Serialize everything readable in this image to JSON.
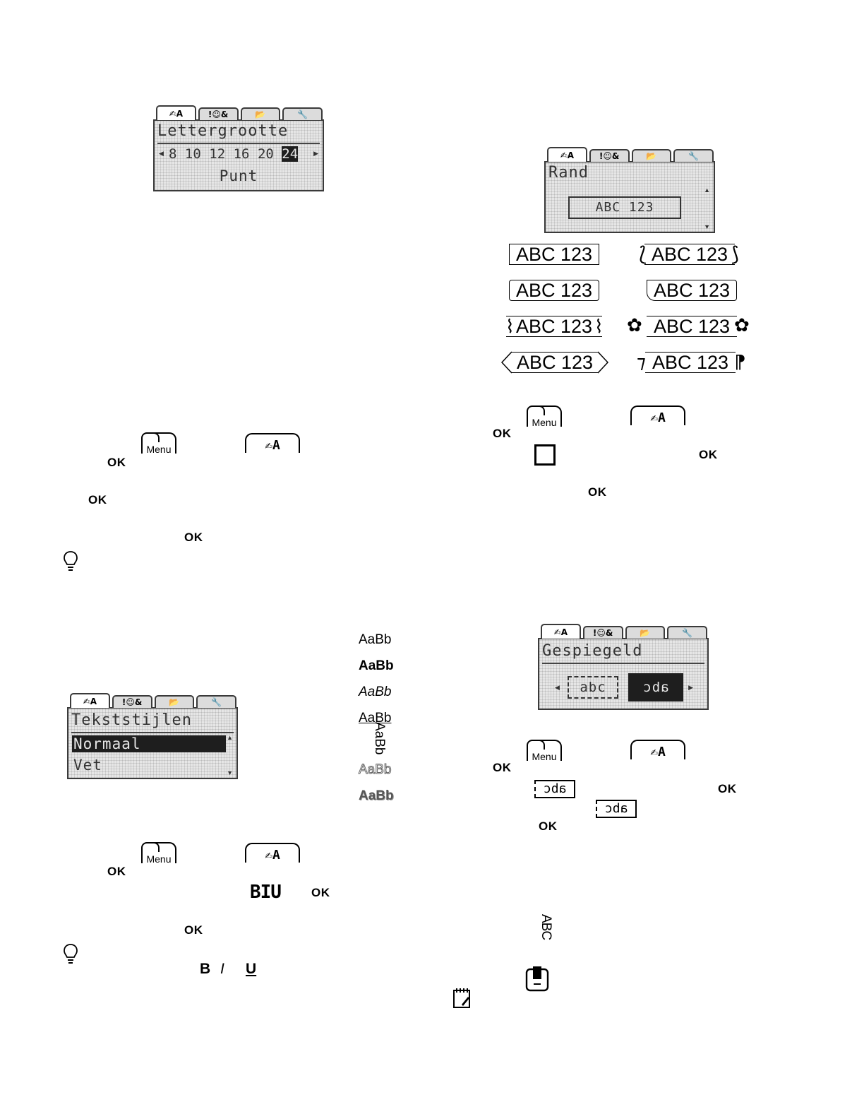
{
  "screen_size": {
    "tabs": [
      "!☺&"
    ],
    "title": "Lettergrootte",
    "options": [
      "8",
      "10",
      "12",
      "16",
      "20",
      "24"
    ],
    "selected": "24",
    "unit": "Punt"
  },
  "screen_border": {
    "tabs": [
      "!☺&"
    ],
    "title": "Rand",
    "preview": "ABC 123"
  },
  "border_samples": [
    "ABC 123",
    "ABC 123",
    "ABC 123",
    "ABC 123",
    "ABC 123",
    "ABC 123",
    "ABC 123",
    "ABC 123"
  ],
  "screen_styles": {
    "tabs": [
      "!☺&"
    ],
    "title": "Tekststijlen",
    "selected": "Normaal",
    "next": "Vet"
  },
  "style_samples": [
    "AaBb",
    "AaBb",
    "AaBb",
    "AaBb",
    "AaBb",
    "AaBb",
    "AaBb"
  ],
  "screen_mirror": {
    "tabs": [
      "!☺&"
    ],
    "title": "Gespiegeld",
    "option_normal": "abc",
    "option_mirror": "abc"
  },
  "keys": {
    "ok": "OK",
    "menu": "Menu",
    "biu": "BIU",
    "bold": "B",
    "italic": "I",
    "underline": "U"
  },
  "mirror_icon_text": "abc",
  "vertical_text": "ABC"
}
